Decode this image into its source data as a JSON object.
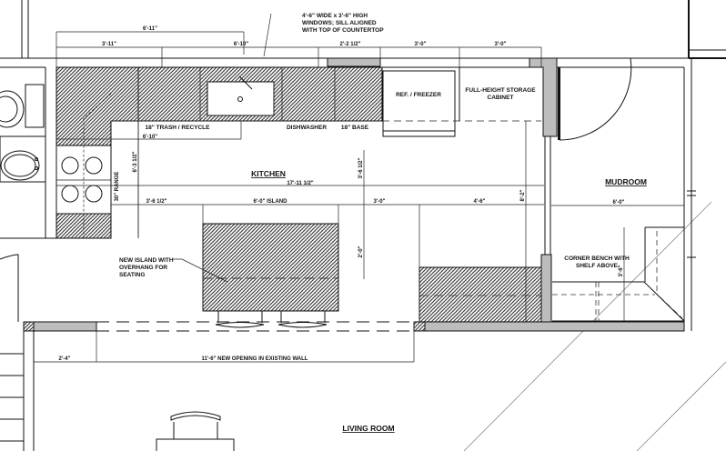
{
  "rooms": {
    "kitchen": "KITCHEN",
    "mudroom": "MUDROOM",
    "living_room": "LIVING ROOM"
  },
  "notes": {
    "window_line1": "4'-6\" WIDE x 3'-6\" HIGH",
    "window_line2": "WINDOWS; SILL ALIGNED",
    "window_line3": "WITH TOP OF COUNTERTOP",
    "island_line1": "NEW ISLAND WITH",
    "island_line2": "OVERHANG FOR",
    "island_line3": "SEATING",
    "bench_line1": "CORNER BENCH WITH",
    "bench_line2": "SHELF ABOVE"
  },
  "fixtures": {
    "trash": "18\" TRASH / RECYCLE",
    "dishwasher": "DISHWASHER",
    "base": "18\" BASE",
    "fridge": "REF. / FREEZER",
    "storage_line1": "FULL-HEIGHT STORAGE",
    "storage_line2": "CABINET",
    "range": "30\" RANGE"
  },
  "dimensions": {
    "top_overall": "6'-11\"",
    "top_left": "3'-11\"",
    "top_sink": "6'-10\"",
    "top_base": "2'-2 1/2\"",
    "top_fridge": "3'-0\"",
    "top_storage": "3'-0\"",
    "counter_run": "6'-10\"",
    "range_side": "6'-3 1/2\"",
    "kitchen_length": "17'-11 1/2\"",
    "aisle_vertical": "3'-6 1/2\"",
    "island_left": "3'-6 1/2\"",
    "island_width": "6'-0\" ISLAND",
    "island_right": "3'-0\"",
    "counter_lower": "4'-6\"",
    "island_depth": "2'-0\"",
    "wall_vertical": "8'-2\"",
    "mudroom_width": "6'-0\"",
    "bench_depth": "3'-6\"",
    "wall_left": "2'-4\"",
    "opening": "11'-6\" NEW OPENING IN EXISTING WALL"
  },
  "colors": {
    "wall_fill": "#bdbdbd",
    "line": "#111111"
  }
}
